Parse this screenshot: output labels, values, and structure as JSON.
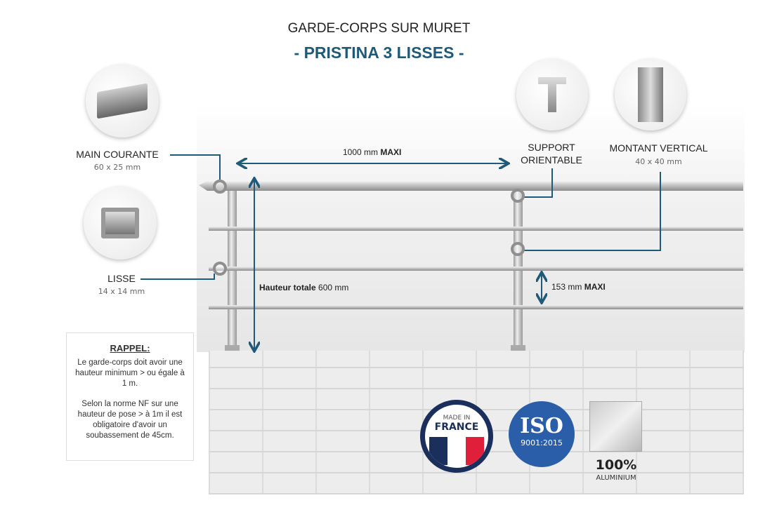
{
  "title": "GARDE-CORPS SUR MURET",
  "subtitle": "- PRISTINA 3 LISSES -",
  "components": {
    "main_courante": {
      "label": "MAIN COURANTE",
      "size": "60 x 25 mm"
    },
    "lisse": {
      "label": "LISSE",
      "size": "14 x 14 mm"
    },
    "support": {
      "label_line1": "SUPPORT",
      "label_line2": "ORIENTABLE"
    },
    "montant": {
      "label": "MONTANT VERTICAL",
      "size": "40 x 40 mm"
    }
  },
  "dimensions": {
    "spacing_value": "1000 mm",
    "spacing_suffix": "MAXI",
    "height_label": "Hauteur totale",
    "height_value": "600 mm",
    "gap_value": "153 mm",
    "gap_suffix": "MAXI"
  },
  "note": {
    "title": "RAPPEL:",
    "para1": "Le garde-corps doit avoir une hauteur minimum > ou égale à 1 m.",
    "para2": "Selon la norme NF sur une hauteur de pose > à 1m il est obligatoire d'avoir un soubassement de 45cm."
  },
  "badges": {
    "france_top": "MADE IN",
    "france_main": "FRANCE",
    "iso_main": "ISO",
    "iso_sub": "9001:2015",
    "alu_main": "100%",
    "alu_sub": "ALUMINIUM"
  },
  "colors": {
    "accent": "#1f5a78",
    "france_blue": "#1b2f5c",
    "france_red": "#e0203a",
    "iso_blue": "#2a5ea8"
  }
}
